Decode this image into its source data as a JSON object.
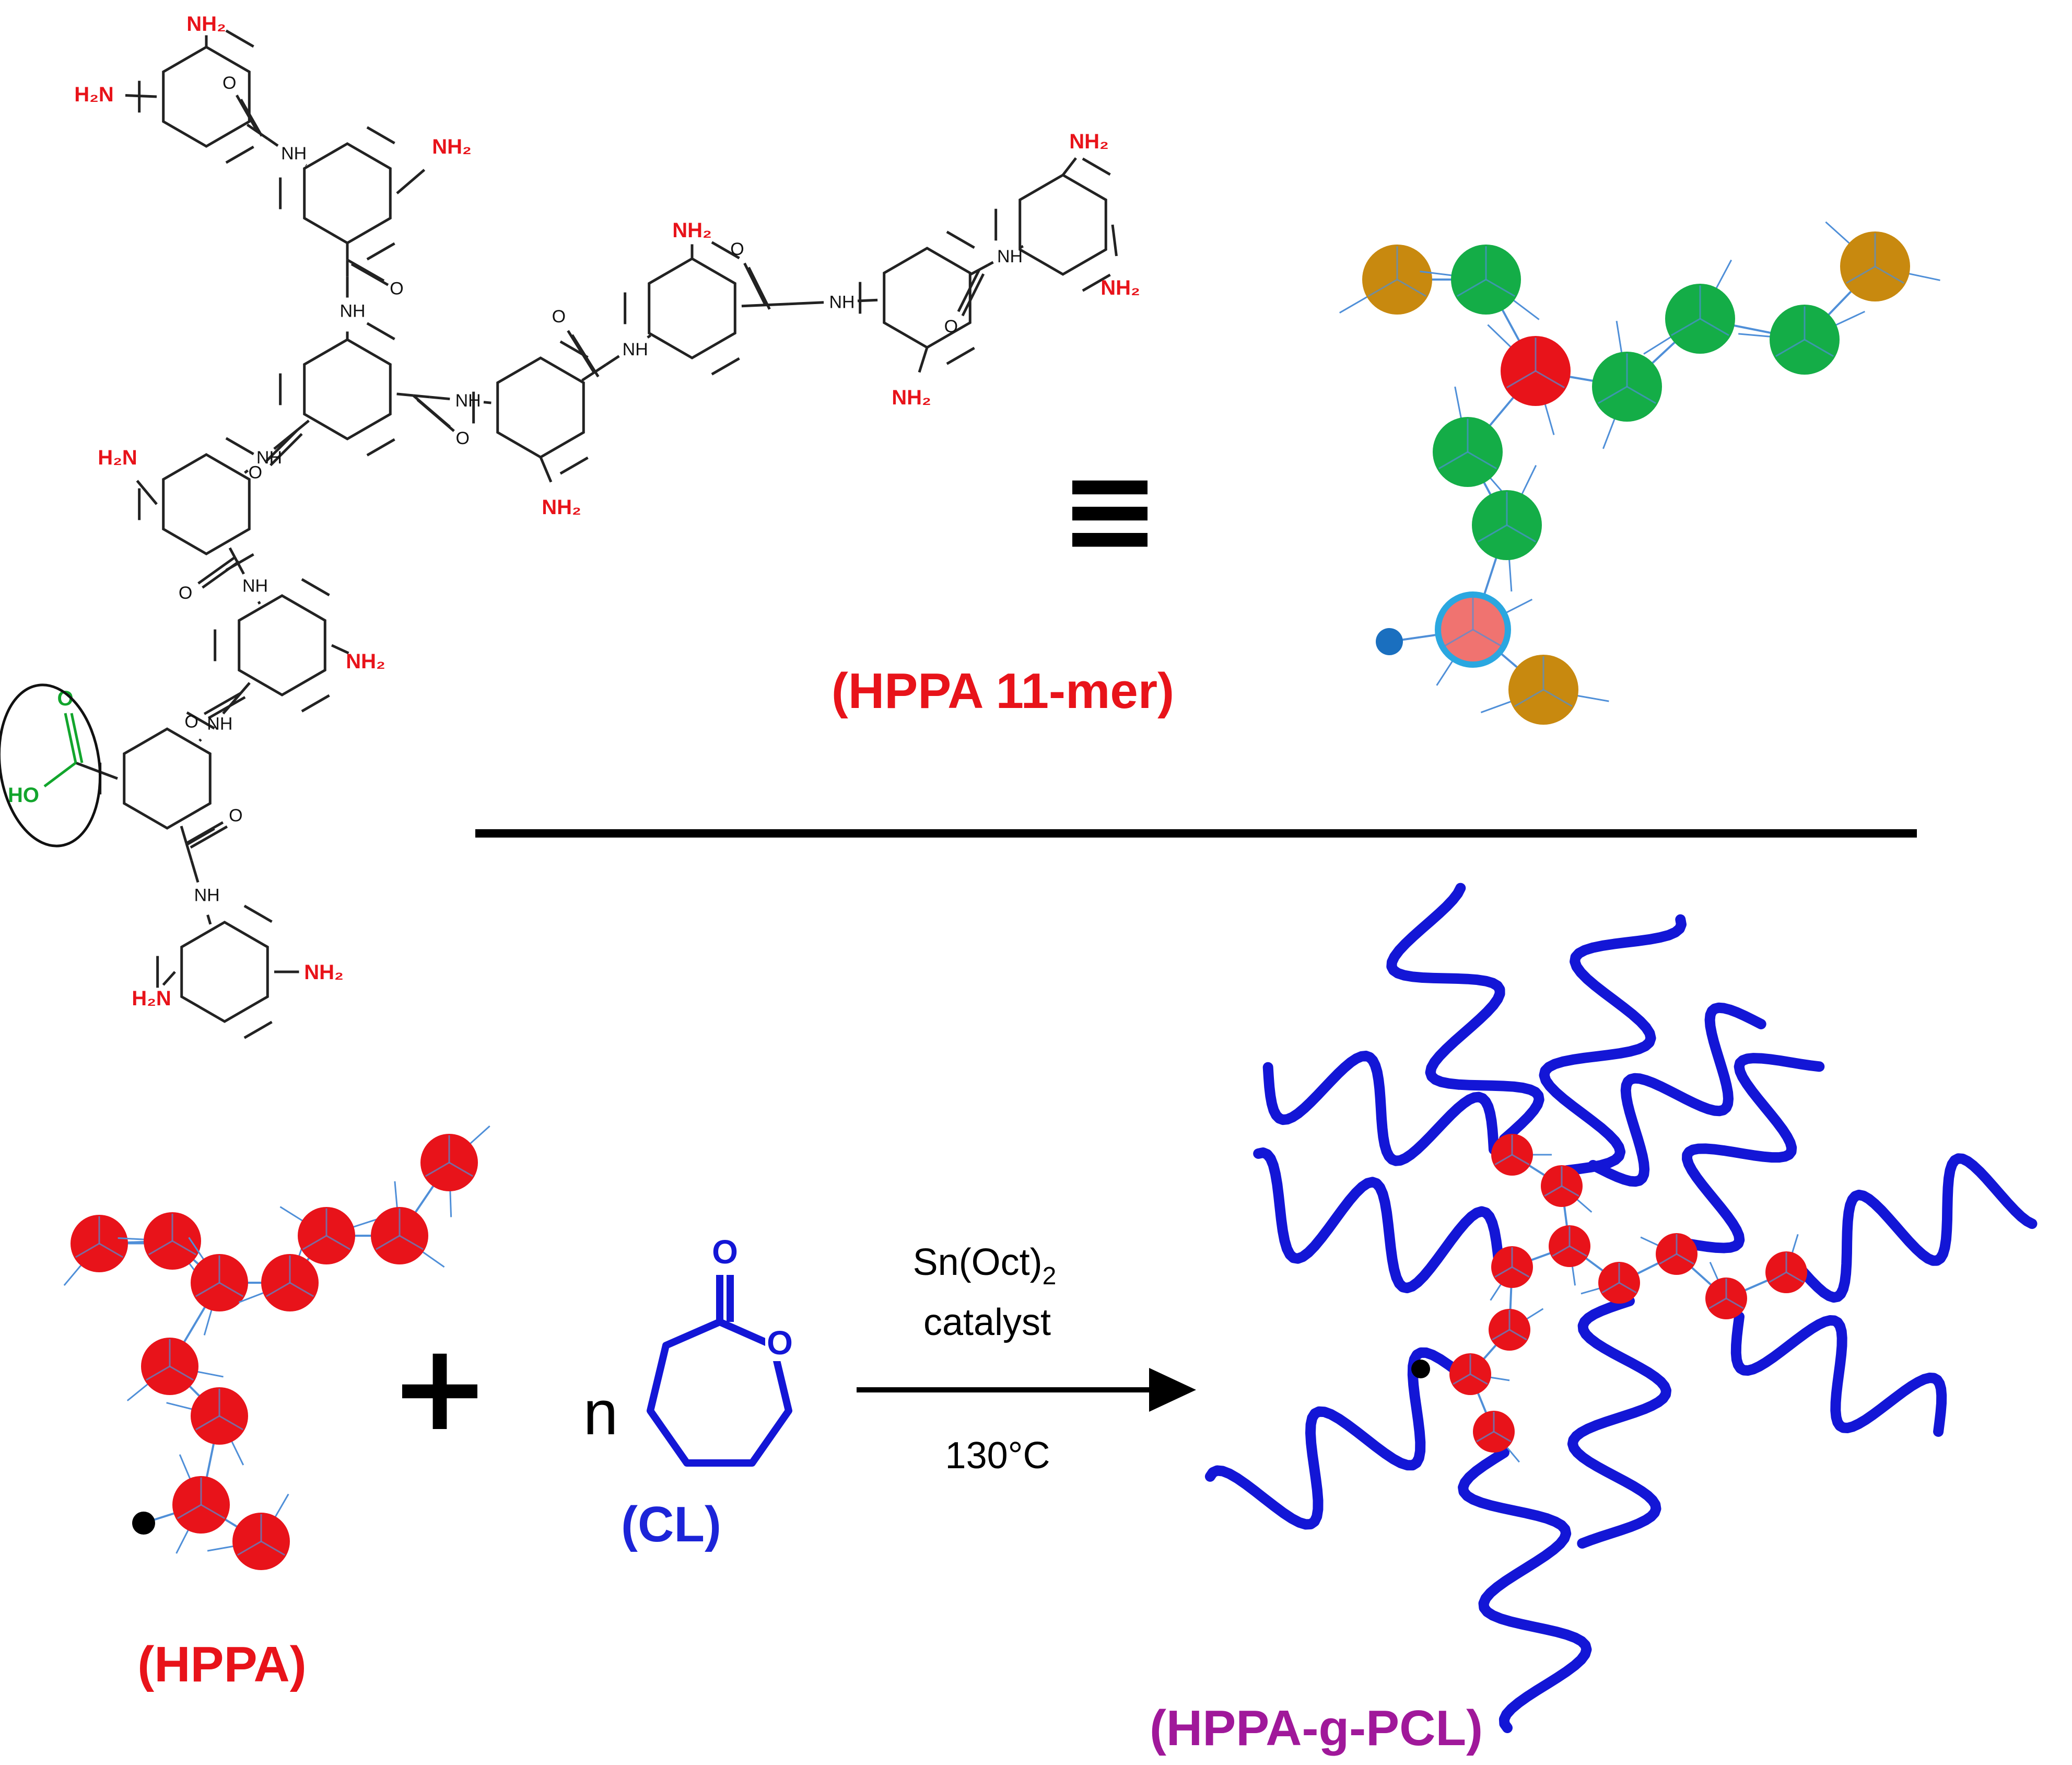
{
  "colors": {
    "amine": "#e8131a",
    "acid": "#12a52c",
    "bond": "#222222",
    "core": "#e8131a",
    "green_unit": "#14ad47",
    "terminal_unit": "#c8890f",
    "focal_fill": "#f07370",
    "focal_ring": "#2aa7e0",
    "link": "#4f8fd8",
    "chain": "#1316d6",
    "title_red": "#e8131a",
    "title_blue": "#1c24d8",
    "title_purple": "#a0189a"
  },
  "structure": {
    "amine_label": "H₂N",
    "amine_label_right": "NH₂",
    "amide_nh": "NH",
    "carbonyl_o": "O",
    "acid_oh": "HO",
    "acid_o": "O"
  },
  "top": {
    "equiv_symbol": "≡",
    "title": "(HPPA 11-mer)"
  },
  "bottom": {
    "plus": "+",
    "monomer_n": "n",
    "monomer_o1": "O",
    "monomer_o2": "O",
    "hppa_label": "(HPPA)",
    "cl_label": "(CL)",
    "catalyst_main": "Sn(Oct)",
    "catalyst_sub": "2",
    "catalyst_word": "catalyst",
    "temperature": "130°C",
    "product_label": "(HPPA-g-PCL)"
  }
}
